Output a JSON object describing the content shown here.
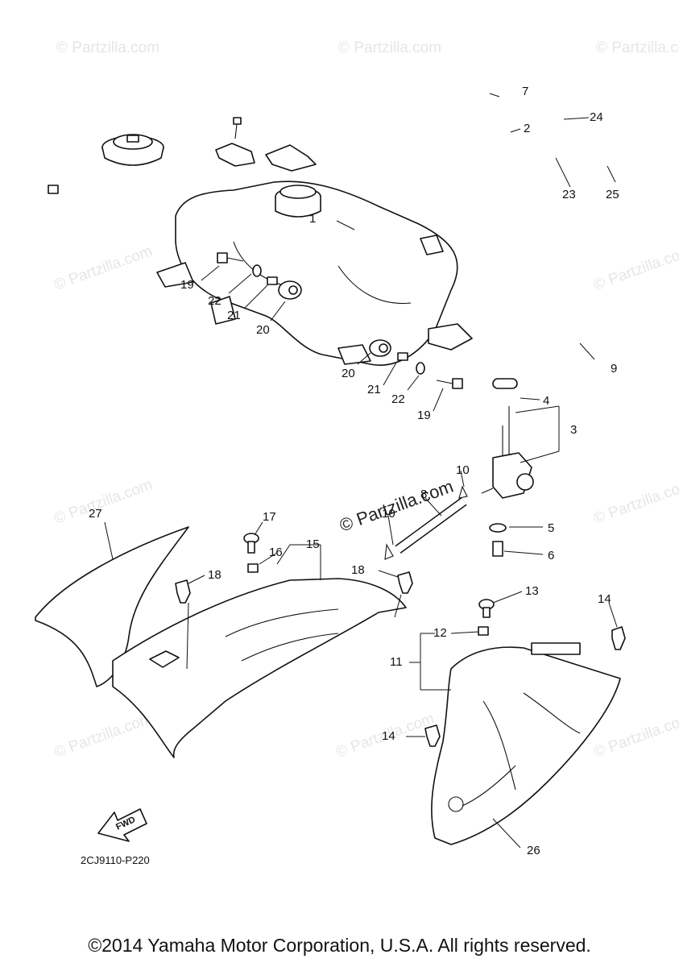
{
  "watermark": "© Partzilla.com",
  "diagram_code": "2CJ9110-P220",
  "fwd_label": "FWD",
  "copyright": "©2014 Yamaha Motor Corporation, U.S.A. All rights reserved.",
  "callouts": {
    "c1": "1",
    "c2": "2",
    "c3": "3",
    "c4": "4",
    "c5": "5",
    "c6": "6",
    "c7": "7",
    "c8": "8",
    "c9": "9",
    "c10": "10",
    "c11": "11",
    "c12": "12",
    "c13": "13",
    "c14a": "14",
    "c14b": "14",
    "c15": "15",
    "c16": "16",
    "c17": "17",
    "c18a": "18",
    "c18b": "18",
    "c19a": "19",
    "c19b": "19",
    "c20a": "20",
    "c20b": "20",
    "c21a": "21",
    "c21b": "21",
    "c22a": "22",
    "c22b": "22",
    "c23": "23",
    "c24": "24",
    "c25": "25",
    "c26": "26",
    "c27": "27",
    "c10b": "10"
  }
}
